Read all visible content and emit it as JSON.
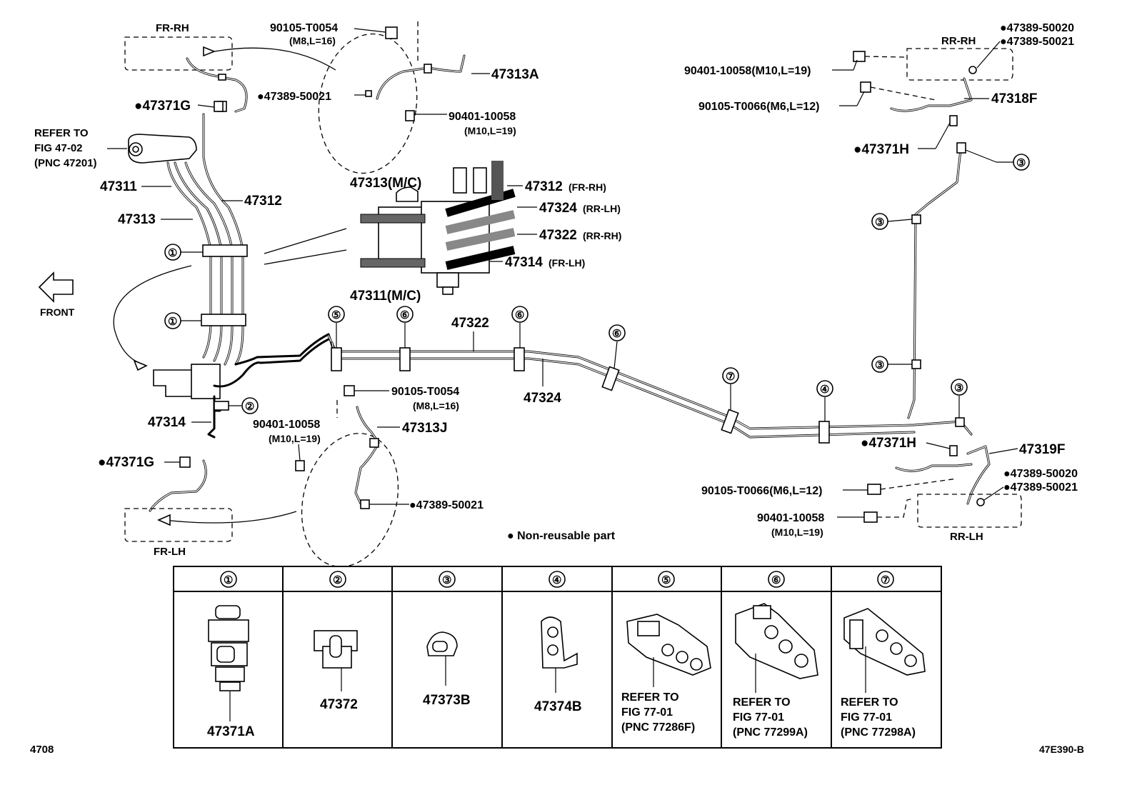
{
  "labels": {
    "fr_rh": "FR-RH",
    "fr_lh": "FR-LH",
    "rr_rh": "RR-RH",
    "rr_lh": "RR-LH",
    "front": "FRONT",
    "refer_4702_1": "REFER TO",
    "refer_4702_2": "FIG 47-02",
    "refer_4702_3": "(PNC 47201)",
    "p47311": "47311",
    "p47313": "47313",
    "p47312": "47312",
    "p47314": "47314",
    "p47313A": "47313A",
    "p47313J": "47313J",
    "p47371G_top": "●47371G",
    "p47371G_bot": "●47371G",
    "p47389_50021_top": "●47389-50021",
    "p47389_50021_bot": "●47389-50021",
    "p90105_T0054_top": "90105-T0054",
    "p90105_T0054_top_sub": "(M8,L=16)",
    "p90105_T0054_bot": "90105-T0054",
    "p90105_T0054_bot_sub": "(M8,L=16)",
    "p90401_10058_top": "90401-10058",
    "p90401_10058_top_sub": "(M10,L=19)",
    "p90401_10058_bot": "90401-10058",
    "p90401_10058_bot_sub": "(M10,L=19)",
    "mc_47313": "47313(M/C)",
    "mc_47311": "47311(M/C)",
    "mc_47312": "47312",
    "mc_47312_sub": "(FR-RH)",
    "mc_47324": "47324",
    "mc_47324_sub": "(RR-LH)",
    "mc_47322": "47322",
    "mc_47322_sub": "(RR-RH)",
    "mc_47314": "47314",
    "mc_47314_sub": "(FR-LH)",
    "p47322": "47322",
    "p47324": "47324",
    "rr_47389_50020_top": "●47389-50020",
    "rr_47389_50021_top": "●47389-50021",
    "rr_90401_10058_top": "90401-10058(M10,L=19)",
    "rr_90105_T0066_top": "90105-T0066(M6,L=12)",
    "rr_47318F": "47318F",
    "rr_47371H_top": "●47371H",
    "rr_47371H_bot": "●47371H",
    "rr_47319F": "47319F",
    "rr_47389_50020_bot": "●47389-50020",
    "rr_47389_50021_bot": "●47389-50021",
    "rr_90105_T0066_bot": "90105-T0066(M6,L=12)",
    "rr_90401_10058_bot": "90401-10058",
    "rr_90401_10058_bot_sub": "(M10,L=19)",
    "non_reusable": "● Non-reusable part",
    "page_code": "4708",
    "fig_code": "47E390-B"
  },
  "clamp_markers": [
    "①",
    "②",
    "③",
    "④",
    "⑤",
    "⑥",
    "⑦"
  ],
  "clamp_table": [
    {
      "num": "①",
      "part": "47371A"
    },
    {
      "num": "②",
      "part": "47372"
    },
    {
      "num": "③",
      "part": "47373B"
    },
    {
      "num": "④",
      "part": "47374B"
    },
    {
      "num": "⑤",
      "line1": "REFER TO",
      "line2": "FIG 77-01",
      "line3": "(PNC 77286F)"
    },
    {
      "num": "⑥",
      "line1": "REFER TO",
      "line2": "FIG 77-01",
      "line3": "(PNC 77299A)"
    },
    {
      "num": "⑦",
      "line1": "REFER TO",
      "line2": "FIG 77-01",
      "line3": "(PNC 77298A)"
    }
  ]
}
